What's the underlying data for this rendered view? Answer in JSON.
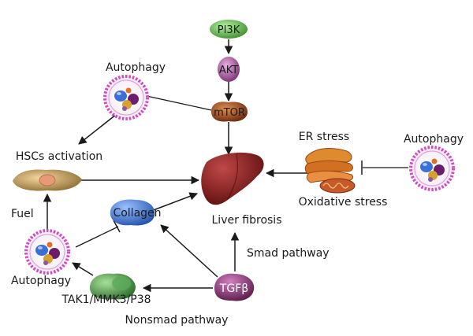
{
  "nodes": {
    "pi3k": "PI3K",
    "akt": "AKT",
    "mtor": "mTOR",
    "autophagy_top": "Autophagy",
    "hscs_activation": "HSCs activation",
    "fuel": "Fuel",
    "autophagy_left": "Autophagy",
    "collagen": "Collagen",
    "liver_fibrosis": "Liver fibrosis",
    "er_stress": "ER stress",
    "oxidative_stress": "Oxidative stress",
    "autophagy_right": "Autophagy",
    "smad_pathway": "Smad pathway",
    "tgfb": "TGFβ",
    "tak1": "TAK1/MMK3/P38",
    "nonsmad_pathway": "Nonsmad pathway"
  },
  "colors": {
    "pi3k": "#5cb34a",
    "akt": "#a0509a",
    "mtor": "#9a4a20",
    "liver": "#7a1a1a",
    "collagen": "#3a6fc8",
    "tgfb": "#7a2a66",
    "er": "#d07020",
    "hsc": "#b08a45",
    "kinase": "#3a8a3a",
    "arrow": "#1a1a1a"
  }
}
